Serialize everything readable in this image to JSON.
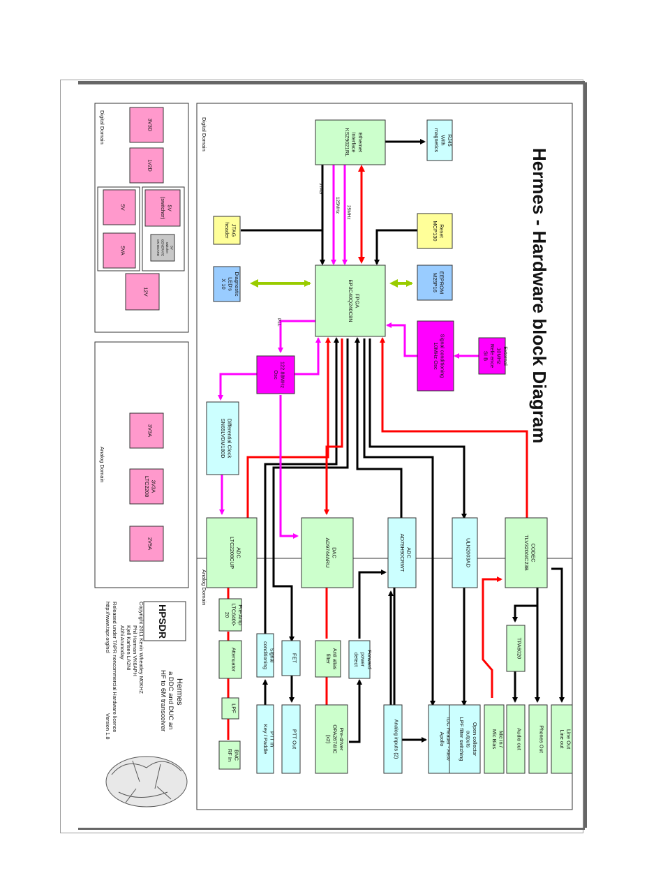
{
  "title": "Hermes - Hardware block Diagram",
  "domains": {
    "digital_top": "Digital Domain",
    "digital_left": "Digital Domain",
    "analog_left": "Analog Domain",
    "analog_bottom": "Analog Domain"
  },
  "blocks": {
    "ethernet": [
      "Ethernet",
      "Interface",
      "KSZ9021RL"
    ],
    "rj45": [
      "RJ45",
      "With",
      "magnetics"
    ],
    "jtag_header": [
      "JTAG",
      "header"
    ],
    "reset": [
      "Reset",
      "MCP130"
    ],
    "diag_leds": [
      "Diagnostic",
      "LED's",
      "X 10"
    ],
    "fpga": [
      "FPGA",
      "EP3C40Q240C8N"
    ],
    "eeprom": [
      "EEPROM",
      "M25P16"
    ],
    "ext_ref": [
      "External",
      "10MHz",
      "Refe ence",
      "SI B"
    ],
    "sig_cond_osc": [
      "Signal conditioning",
      "10MHz Osc"
    ],
    "osc_122": [
      "122.88MHz",
      "Osc"
    ],
    "diff_clock": [
      "Differential Clock",
      "SN65LVDM180D"
    ],
    "adc_ltc": [
      "ADC",
      "LTC2208CUP"
    ],
    "dac": [
      "DAC",
      "AD9744ARU"
    ],
    "adc_ad7": [
      "ADC",
      "AD78H90CRWT"
    ],
    "uln": [
      "ULN2003AD"
    ],
    "codec": [
      "CODEC",
      "TLV320AIC23B"
    ],
    "preamp": [
      "Pre-Amp",
      "LTC6400-",
      "20"
    ],
    "attenuator": [
      "Attenuator"
    ],
    "lpf": [
      "LPF"
    ],
    "bnc": [
      "BNC",
      "RF In"
    ],
    "sig_cond_ptt": [
      "Signal",
      "conditioning"
    ],
    "ptt_in": [
      "PTT In",
      "Key / Paddle"
    ],
    "fet": [
      "FET"
    ],
    "ptt_out": [
      "PTT Out"
    ],
    "anti_alias": [
      "Anti alias",
      "filter"
    ],
    "predriver": [
      "Pre-driver",
      "OPA2674IIC",
      "(x2)"
    ],
    "fwd_power": [
      "Forward",
      "power",
      "detect"
    ],
    "analog_inputs": [
      "Analog inputs (2)"
    ],
    "idc": [
      "IDC Header - Alex/",
      "Apollo"
    ],
    "open_collector": [
      "Open collector",
      "outputs",
      "LPF filter switching"
    ],
    "tpa": [
      "TPA6020"
    ],
    "mic_in": [
      "Mic in /",
      "Mic Bias"
    ],
    "audio_out": [
      "Audio out"
    ],
    "phones_out": [
      "Phones Out"
    ],
    "line_out": [
      "Line Out",
      "Line out"
    ],
    "p3v3d": [
      "3V3D"
    ],
    "p1v2d": [
      "1v2D"
    ],
    "p5v_sw": [
      "5V",
      "(switcher)"
    ],
    "p5v_note": [
      "5V",
      "switcher",
      "GENERATE",
      "ON BOARD"
    ],
    "p5v": [
      "5V"
    ],
    "p5va": [
      "5VA"
    ],
    "p12v": [
      "12V"
    ],
    "p3v3a": [
      "3V3A"
    ],
    "p3v3a_ltc": [
      "3V3A",
      "LTC2208"
    ],
    "p2v5a": [
      "2V5A"
    ]
  },
  "signals": {
    "jtag": "JTAG",
    "clk125": "125MHz",
    "clk25": "25MHz",
    "pll": "PLL"
  },
  "credits": {
    "logo": "HPSDR",
    "name": "Hermes",
    "line1": "a DDC and DUC an",
    "line2": "HF to 6M transceiver",
    "copyright": "Copyright 2011 Kevin Wheatley M0KHZ",
    "people1": "Phil Harman VK6APH",
    "people2": "Kjell Karlsen LA2NI",
    "people3": "Abhi Arunoday",
    "licence": "Released under TAPR noncommercial Hardware licence",
    "url": "http://www.tapr.org/ncl",
    "version": "Version 1.8"
  },
  "colors": {
    "green": "#ccffcc",
    "cyan": "#ccffff",
    "yellow": "#ffff99",
    "blue": "#99ccff",
    "magenta": "#ff00ff",
    "pink": "#ff99cc",
    "red": "#ff0000",
    "black": "#000000",
    "lime": "#99cc00",
    "violet": "#ff00ff"
  }
}
